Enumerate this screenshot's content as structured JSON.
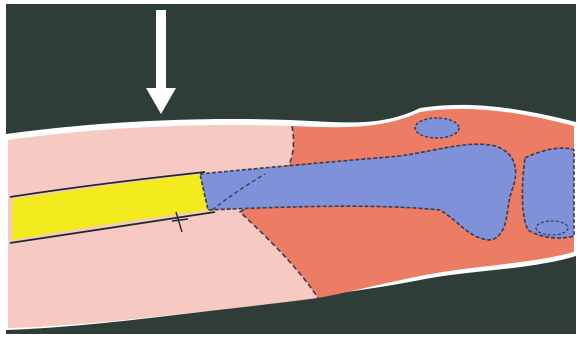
{
  "diagram": {
    "regions": [
      {
        "name": "background",
        "color": "#2f3d38"
      },
      {
        "name": "limb-outline",
        "color": "#ffffff"
      },
      {
        "name": "pale-pink-soft-tissue",
        "color": "#f6c9c3"
      },
      {
        "name": "salmon-soft-tissue",
        "color": "#ec7c64"
      },
      {
        "name": "bone",
        "color": "#7f92d9"
      },
      {
        "name": "implant",
        "color": "#f3ea1e"
      }
    ],
    "arrow": {
      "direction": "down",
      "color": "#ffffff",
      "icon": "down-arrow-icon"
    },
    "outline_color": "#1f2a2a",
    "dash_color": "#3b3b4a"
  }
}
